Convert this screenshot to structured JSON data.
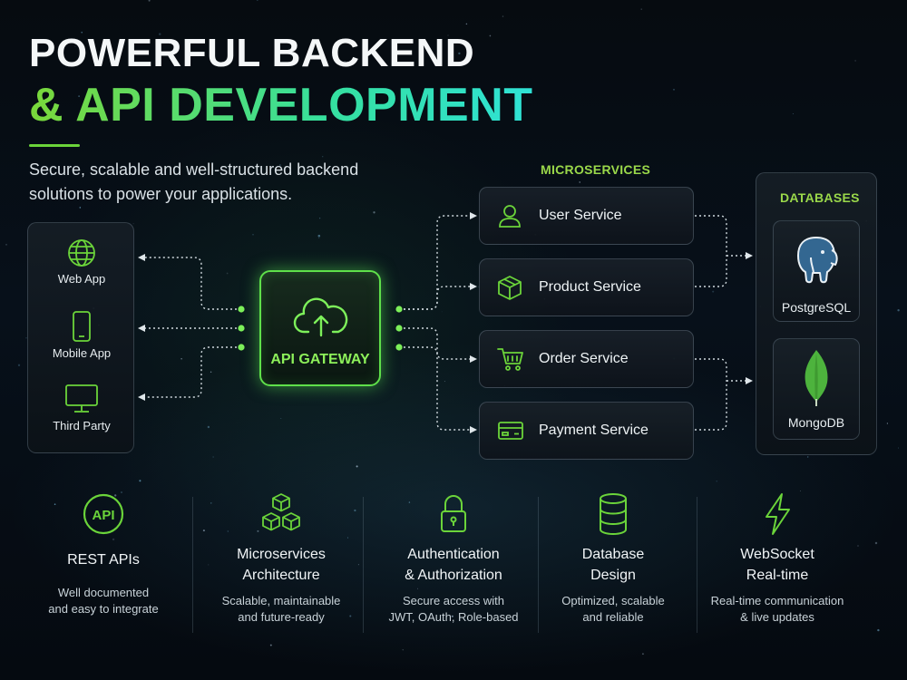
{
  "header": {
    "title_line1": "POWERFUL BACKEND",
    "title_line2": "& API DEVELOPMENT",
    "subtitle": "Secure, scalable and well-structured backend solutions to power your applications."
  },
  "clients": [
    {
      "label": "Web App",
      "icon": "globe-icon"
    },
    {
      "label": "Mobile App",
      "icon": "smartphone-icon"
    },
    {
      "label": "Third Party",
      "icon": "monitor-icon"
    }
  ],
  "gateway": {
    "label": "API GATEWAY",
    "icon": "cloud-upload-icon"
  },
  "microservices": {
    "heading": "MICROSERVICES",
    "items": [
      {
        "label": "User Service",
        "icon": "user-icon"
      },
      {
        "label": "Product Service",
        "icon": "box-icon"
      },
      {
        "label": "Order Service",
        "icon": "cart-icon"
      },
      {
        "label": "Payment Service",
        "icon": "card-icon"
      }
    ]
  },
  "databases": {
    "heading": "DATABASES",
    "items": [
      {
        "label": "PostgreSQL",
        "icon": "postgresql-elephant-icon"
      },
      {
        "label": "MongoDB",
        "icon": "mongodb-leaf-icon"
      }
    ]
  },
  "features": [
    {
      "title_1": "REST APIs",
      "title_2": "",
      "desc_1": "Well documented",
      "desc_2": "and easy to integrate",
      "icon_text": "API",
      "icon": "api-badge-icon"
    },
    {
      "title_1": "Microservices",
      "title_2": "Architecture",
      "desc_1": "Scalable, maintainable",
      "desc_2": "and future-ready",
      "icon": "cubes-icon"
    },
    {
      "title_1": "Authentication",
      "title_2": "& Authorization",
      "desc_1": "Secure access with",
      "desc_2": "JWT, OAuth, Role-based",
      "icon": "lock-icon"
    },
    {
      "title_1": "Database",
      "title_2": "Design",
      "desc_1": "Optimized, scalable",
      "desc_2": "and reliable",
      "icon": "database-icon"
    },
    {
      "title_1": "WebSocket",
      "title_2": "Real-time",
      "desc_1": "Real-time communication",
      "desc_2": "& live updates",
      "icon": "lightning-icon"
    }
  ],
  "colors": {
    "accent_green": "#6bd43a",
    "gateway_glow": "#5fe04a",
    "background": "#060b10"
  }
}
